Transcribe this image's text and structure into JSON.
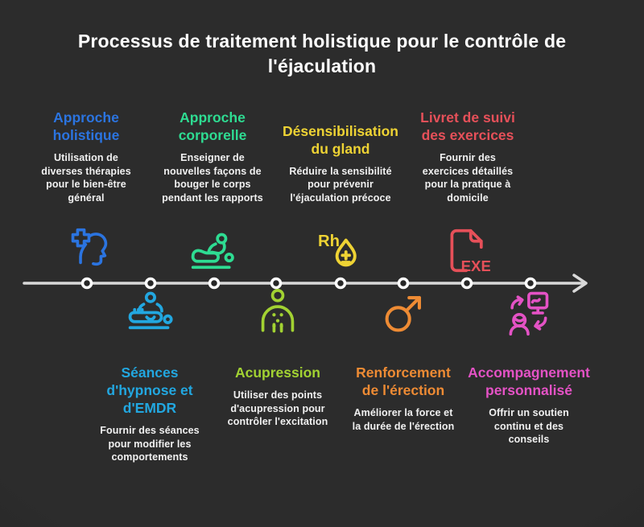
{
  "title": "Processus de traitement holistique pour le contrôle de\nl'éjaculation",
  "colors": {
    "background": "#2b2b2b",
    "title": "#ffffff",
    "body_text": "#f1f1f1",
    "timeline": "#d9d9d9",
    "timeline_node": "#ffffff",
    "node_fill": "#262626"
  },
  "timeline": {
    "direction": "left-to-right",
    "node_count": 8
  },
  "steps": [
    {
      "position": "top",
      "title": "Approche\nholistique",
      "description": "Utilisation de\ndiverses thérapies\npour le bien-être\ngénéral",
      "color": "#2b74e0",
      "icon": "head-medical-cross-icon"
    },
    {
      "position": "bottom",
      "title": "Séances\nd'hypnose et\nd'EMDR",
      "description": "Fournir des séances\npour modifier les\ncomportements",
      "color": "#22a7e0",
      "icon": "therapy-table-icon"
    },
    {
      "position": "top",
      "title": "Approche\ncorporelle",
      "description": "Enseigner de\nnouvelles façons de\nbouger le corps\npendant les rapports",
      "color": "#2edc92",
      "icon": "body-massage-icon"
    },
    {
      "position": "bottom",
      "title": "Acupression",
      "description": "Utiliser des points\nd'acupression pour\ncontrôler l'excitation",
      "color": "#a2d232",
      "icon": "acupressure-points-icon"
    },
    {
      "position": "top",
      "title": "Désensibilisation\ndu gland",
      "description": "Réduire la sensibilité\npour prévenir\nl'éjaculation précoce",
      "color": "#eed334",
      "icon": "rh-blood-drop-plus-minus-icon",
      "icon_text": "Rh"
    },
    {
      "position": "bottom",
      "title": "Renforcement\nde l'érection",
      "description": "Améliorer la force et\nla durée de l'érection",
      "color": "#ee8b34",
      "icon": "male-symbol-icon"
    },
    {
      "position": "top",
      "title": "Livret de suivi\ndes exercices",
      "description": "Fournir des\nexercices détaillés\npour la pratique à\ndomicile",
      "color": "#e65059",
      "icon": "exe-file-icon",
      "icon_text": "EXE"
    },
    {
      "position": "bottom",
      "title": "Accompagnement\npersonnalisé",
      "description": "Offrir un soutien\ncontinu et des\nconseils",
      "color": "#e452c5",
      "icon": "personalized-support-icon"
    }
  ]
}
